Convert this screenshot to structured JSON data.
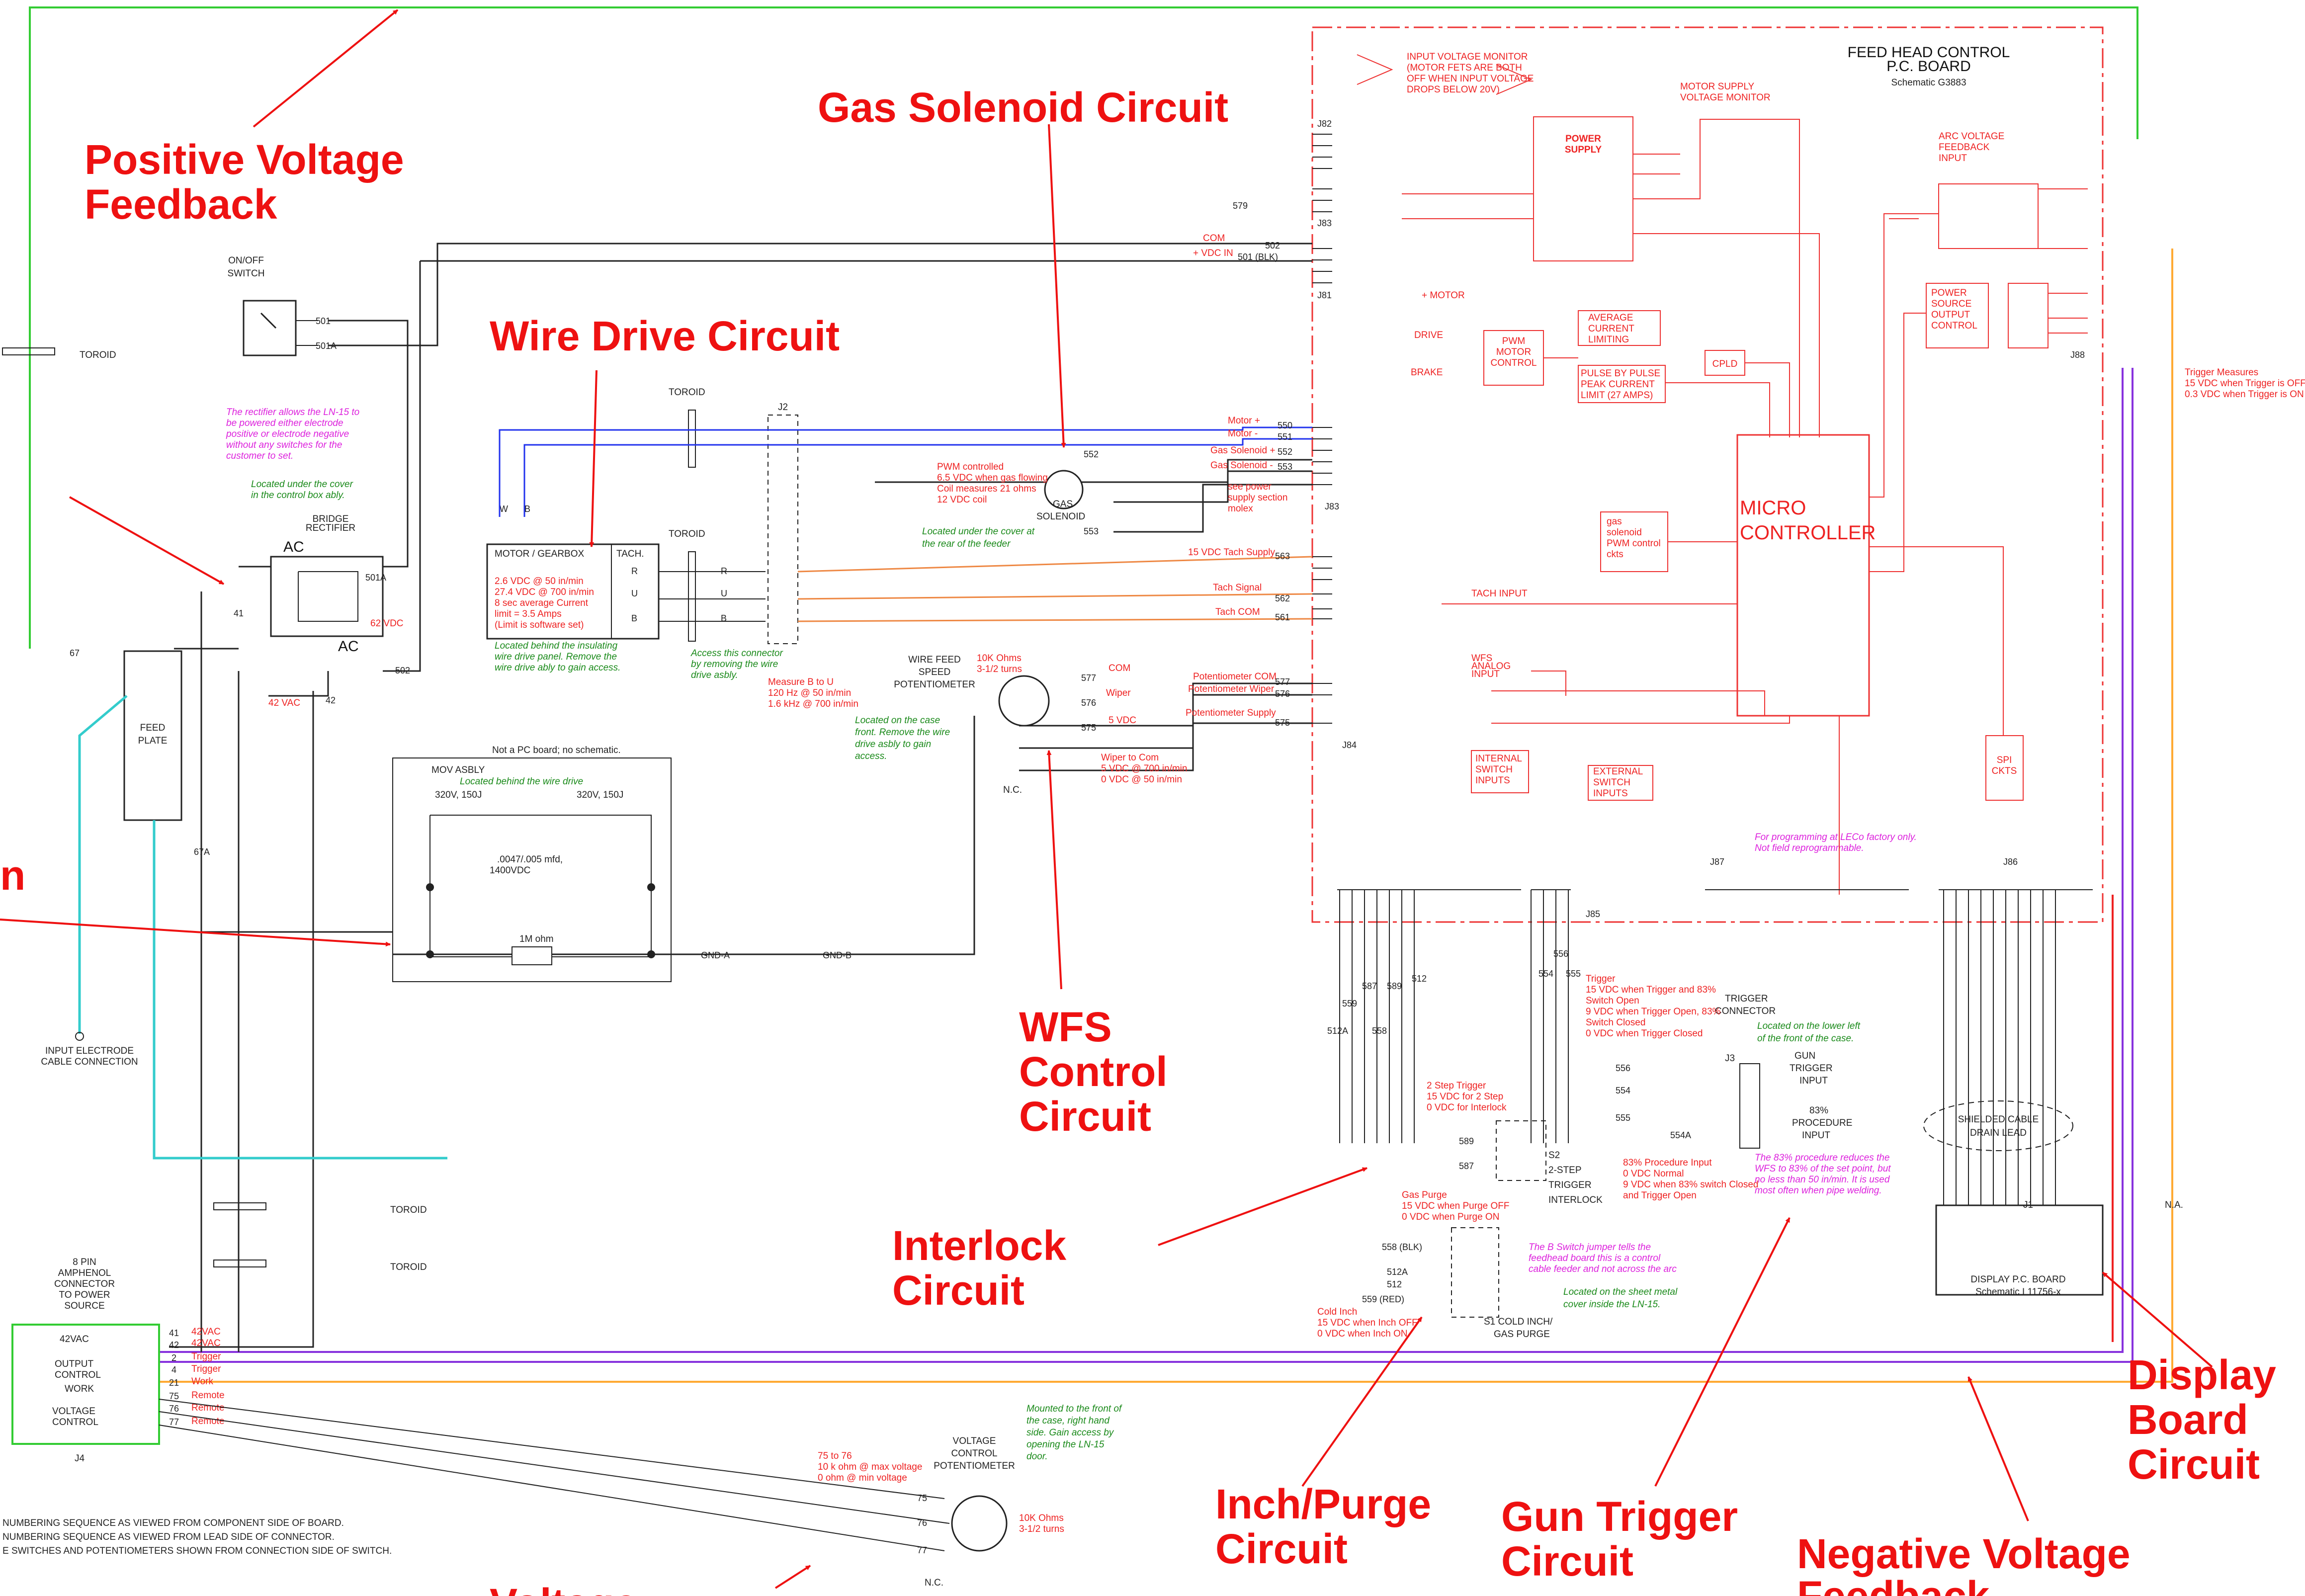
{
  "callouts": {
    "positive_feedback": [
      "Positive Voltage",
      "Feedback"
    ],
    "gas_solenoid": "Gas Solenoid Circuit",
    "wire_drive": "Wire Drive Circuit",
    "left_fragment": "n",
    "wfs": [
      "WFS",
      "Control",
      "Circuit"
    ],
    "interlock": [
      "Interlock",
      "Circuit"
    ],
    "inch_purge": [
      "Inch/Purge",
      "Circuit"
    ],
    "gun_trigger": [
      "Gun Trigger",
      "Circuit"
    ],
    "negative_feedback": [
      "Negative Voltage",
      "Feedback"
    ],
    "display": [
      "Display",
      "Board",
      "Circuit"
    ],
    "voltage_fragment": "Voltage"
  },
  "board": {
    "title": "FEED HEAD CONTROL",
    "subtitle": "P.C. BOARD",
    "schematic": "Schematic G3883",
    "micro": [
      "MICRO",
      "CONTROLLER"
    ],
    "input_monitor": [
      "INPUT VOLTAGE MONITOR",
      "(MOTOR FETS ARE BOTH",
      "OFF WHEN INPUT VOLTAGE",
      "DROPS BELOW 20V)"
    ],
    "power_supply": [
      "POWER",
      "SUPPLY"
    ],
    "motor_supply_monitor": [
      "MOTOR SUPPLY",
      "VOLTAGE MONITOR"
    ],
    "pwm_motor": [
      "PWM",
      "MOTOR",
      "CONTROL"
    ],
    "avg_current": [
      "AVERAGE",
      "CURRENT",
      "LIMITING"
    ],
    "pulse_limit": [
      "PULSE BY PULSE",
      "PEAK CURRENT",
      "LIMIT (27 AMPS)"
    ],
    "cpld": "CPLD",
    "drive": "DRIVE",
    "brake": "BRAKE",
    "motor_plus": "+ MOTOR",
    "gas_pwm": [
      "gas",
      "solenoid",
      "PWM control",
      "ckts",
      ""
    ],
    "arc_feedback": [
      "ARC VOLTAGE",
      "FEEDBACK",
      "INPUT"
    ],
    "power_source": [
      "POWER",
      "SOURCE",
      "OUTPUT",
      "CONTROL"
    ],
    "spi": [
      "SPI",
      "CKTS"
    ],
    "internal_switch": [
      "INTERNAL",
      "SWITCH",
      "INPUTS"
    ],
    "external_switch": [
      "EXTERNAL",
      "SWITCH",
      "INPUTS"
    ],
    "tach_input": "TACH INPUT",
    "wfs_analog": [
      "WFS",
      "ANALOG",
      "INPUT"
    ],
    "programming_note": [
      "For programming at LECo factory only.",
      "Not field reprogrammable."
    ],
    "trigger_measures": [
      "Trigger Measures",
      "15 VDC when Trigger is OFF",
      "0.3 VDC when Trigger is ON"
    ],
    "connectors": {
      "j82": "J82",
      "j83": "J83",
      "j81": "J81",
      "j83b": "J83",
      "j84": "J84",
      "j85": "J85",
      "j86": "J86",
      "j87": "J87",
      "j88": "J88"
    }
  },
  "wires": {
    "w41": "41",
    "w42": "42",
    "w67": "67",
    "w67a": "67A",
    "w501": "501",
    "w501a": "501A",
    "w501blk": "501 (BLK)",
    "w502": "502",
    "w550": "550",
    "w551": "551",
    "w552": "552",
    "w553": "553",
    "w554": "554",
    "w554a": "554A",
    "w555": "555",
    "w556": "556",
    "w558": "558",
    "w558blk": "558 (BLK)",
    "w559": "559",
    "w559red": "559 (RED)",
    "w561": "561",
    "w562": "562",
    "w563": "563",
    "w575": "575",
    "w576": "576",
    "w577": "577",
    "w579": "579",
    "w587": "587",
    "w589": "589",
    "w512": "512",
    "w512a": "512A",
    "w75": "75",
    "w76": "76",
    "w77": "77"
  },
  "power": {
    "onoff": [
      "ON/OFF",
      "SWITCH"
    ],
    "toroid": "TOROID",
    "bridge": [
      "BRIDGE",
      "RECTIFIER"
    ],
    "ac": "AC",
    "v62": "62 VDC",
    "v42": "42 VAC",
    "rectifier_note": [
      "The rectifier allows the LN-15 to",
      "be powered either electrode",
      "positive or electrode negative",
      "without any switches for the",
      "customer to set."
    ],
    "under_cover": [
      "Located under the cover",
      "in the control box ably."
    ],
    "feed_plate": [
      "FEED",
      "PLATE"
    ],
    "input_electrode": [
      "INPUT ELECTRODE",
      "CABLE CONNECTION"
    ]
  },
  "mov": {
    "not_pc": "Not a PC board; no schematic.",
    "label": "MOV ASBLY",
    "location": "Located behind the wire drive",
    "rating_left": "320V, 150J",
    "rating_right": "320V, 150J",
    "cap": [
      ".0047/.005 mfd,",
      "1400VDC"
    ],
    "resistor": "1M ohm",
    "gnd_a": "GND-A",
    "gnd_b": "GND-B"
  },
  "wiredrive": {
    "j2": "J2",
    "motor_gearbox": "MOTOR / GEARBOX",
    "tach": "TACH.",
    "motor_spec": [
      "2.6 VDC @ 50 in/min",
      "27.4 VDC @ 700 in/min",
      "8 sec average Current",
      "limit = 3.5 Amps",
      "(Limit is software set)"
    ],
    "location": [
      "Located behind the insulating",
      "wire drive panel.  Remove the",
      "wire drive ably to gain access."
    ],
    "w": "W",
    "b": "B",
    "r": "R",
    "u": "U",
    "access": [
      "Access this connector",
      "by removing the wire",
      "drive asbly.",
      ""
    ],
    "measure": [
      "Measure B to U",
      "120 Hz @ 50 in/min",
      "1.6 kHz @ 700 in/min"
    ],
    "wire_motor_plus": "Motor +",
    "wire_motor_minus": "Motor -",
    "gas_plus": "Gas Solenoid +",
    "gas_minus": "Gas Solenoid -",
    "tach_supply": "15 VDC Tach Supply",
    "tach_signal": "Tach Signal",
    "tach_com": "Tach COM",
    "com": "COM",
    "vdc_in": "+ VDC IN"
  },
  "gas": {
    "label": [
      "GAS",
      "SOLENOID"
    ],
    "spec": [
      "PWM controlled",
      "6.5 VDC when gas flowing",
      "Coil measures 21 ohms",
      "12 VDC coil"
    ],
    "location": [
      "Located under the cover at",
      "the rear of the feeder"
    ],
    "power_note": [
      "see power",
      "supply section",
      "molex"
    ]
  },
  "wfs": {
    "label": [
      "WIRE FEED",
      "SPEED",
      "POTENTIOMETER"
    ],
    "spec": [
      "10K Ohms",
      "3-1/2 turns"
    ],
    "com": "COM",
    "wiper": "Wiper",
    "v5": "5 VDC",
    "pot_com": "Potentiometer COM",
    "pot_wiper": "Potentiometer Wiper",
    "pot_supply": "Potentiometer Supply",
    "location": [
      "Located on the case",
      "front.  Remove the wire",
      "drive asbly to gain",
      "access."
    ],
    "wiper_note": [
      "Wiper to Com",
      "5 VDC @ 700 in/min",
      "0 VDC @ 50 in/min"
    ],
    "nc": "N.C."
  },
  "switches": {
    "s2": [
      "S2",
      "2-STEP",
      "TRIGGER",
      "INTERLOCK"
    ],
    "two_step": [
      "2 Step Trigger",
      "15 VDC for 2 Step",
      "0 VDC for Interlock"
    ],
    "s1": [
      "S1  COLD INCH/",
      "GAS PURGE"
    ],
    "gas_purge": [
      "Gas Purge",
      "15 VDC when Purge OFF",
      "0 VDC when Purge ON"
    ],
    "cold_inch": [
      "Cold Inch",
      "15 VDC when Inch OFF",
      "0 VDC when Inch ON"
    ],
    "b_switch": [
      "The B Switch jumper tells the",
      "feedhead board this is a control",
      "cable feeder and not across the arc"
    ],
    "sheet_metal": [
      "Located on the sheet metal",
      "cover inside the LN-15."
    ]
  },
  "trigger": {
    "connector": [
      "TRIGGER",
      "CONNECTOR"
    ],
    "location": [
      "Located on the lower left",
      "of the front of the case."
    ],
    "j3": "J3",
    "gun": [
      "GUN",
      "TRIGGER",
      "INPUT"
    ],
    "procedure": [
      "83%",
      "PROCEDURE",
      "INPUT"
    ],
    "note": [
      "Trigger",
      "15 VDC when Trigger and 83%",
      "Switch Open",
      "9 VDC when Trigger Open, 83%",
      "Switch Closed",
      "0 VDC when Trigger Closed"
    ],
    "procedure_input": [
      "83% Procedure Input",
      "0 VDC Normal",
      "9 VDC when 83% switch Closed",
      "and Trigger Open"
    ],
    "procedure_note": [
      "The 83% procedure reduces the",
      "WFS to 83% of the set point, but",
      "no less than 50 in/min.  It is used",
      "most often when pipe welding."
    ]
  },
  "display": {
    "shield": [
      "SHIELDED CABLE",
      "DRAIN LEAD"
    ],
    "j1": "J1",
    "title": "DISPLAY P.C. BOARD",
    "schematic": "Schematic L11756-x",
    "na": "N.A."
  },
  "j4": {
    "header": [
      "8 PIN",
      "AMPHENOL",
      "CONNECTOR",
      "TO POWER",
      "SOURCE"
    ],
    "vac": "42VAC",
    "output": [
      "OUTPUT",
      "CONTROL"
    ],
    "work": "WORK",
    "voltage": [
      "VOLTAGE",
      "CONTROL"
    ],
    "label": "J4",
    "p2": "2",
    "p4": "4",
    "p21": "21",
    "wire_42vac": "42VAC",
    "wire_trigger": "Trigger",
    "wire_work": "Work",
    "wire_remote": "Remote"
  },
  "vpot": {
    "label": [
      "VOLTAGE",
      "CONTROL",
      "POTENTIOMETER"
    ],
    "mount": [
      "Mounted to the front of",
      "the case, right hand",
      "side.  Gain access by",
      "opening the LN-15",
      "door."
    ],
    "spec": [
      "75 to 76",
      "10 k ohm @ max voltage",
      "0 ohm @ min voltage"
    ],
    "kohm": [
      "10K Ohms",
      "3-1/2 turns"
    ],
    "nc": "N.C."
  },
  "footer": [
    "NUMBERING SEQUENCE AS VIEWED FROM COMPONENT SIDE OF BOARD.",
    "NUMBERING SEQUENCE AS VIEWED FROM LEAD SIDE OF CONNECTOR.",
    "E SWITCHES AND POTENTIOMETERS SHOWN FROM CONNECTION SIDE OF SWITCH."
  ]
}
